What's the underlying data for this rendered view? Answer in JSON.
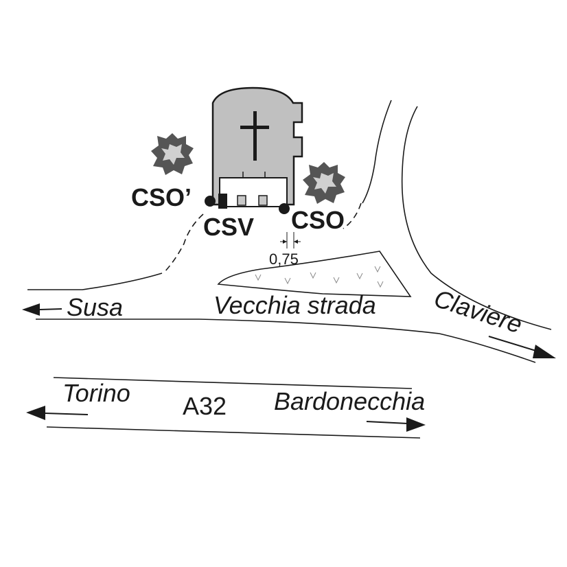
{
  "colors": {
    "ink": "#1a1a1a",
    "church_fill": "#c0c0c0",
    "tree_dark": "#555555",
    "tree_light": "#d0d0d0",
    "window_fill": "#c8c8c8",
    "grass": "#8a8a8a"
  },
  "labels": {
    "cso_prime": "CSO’",
    "csv": "CSV",
    "cso": "CSO",
    "distance": "0,75",
    "susa": "Susa",
    "vecchia_strada": "Vecchia strada",
    "claviere": "Claviere",
    "torino": "Torino",
    "a32": "A32",
    "bardonecchia": "Bardonecchia"
  },
  "icons": {
    "church": "church-with-cross-icon",
    "tree_left": "tree-icon",
    "tree_right": "tree-icon"
  }
}
